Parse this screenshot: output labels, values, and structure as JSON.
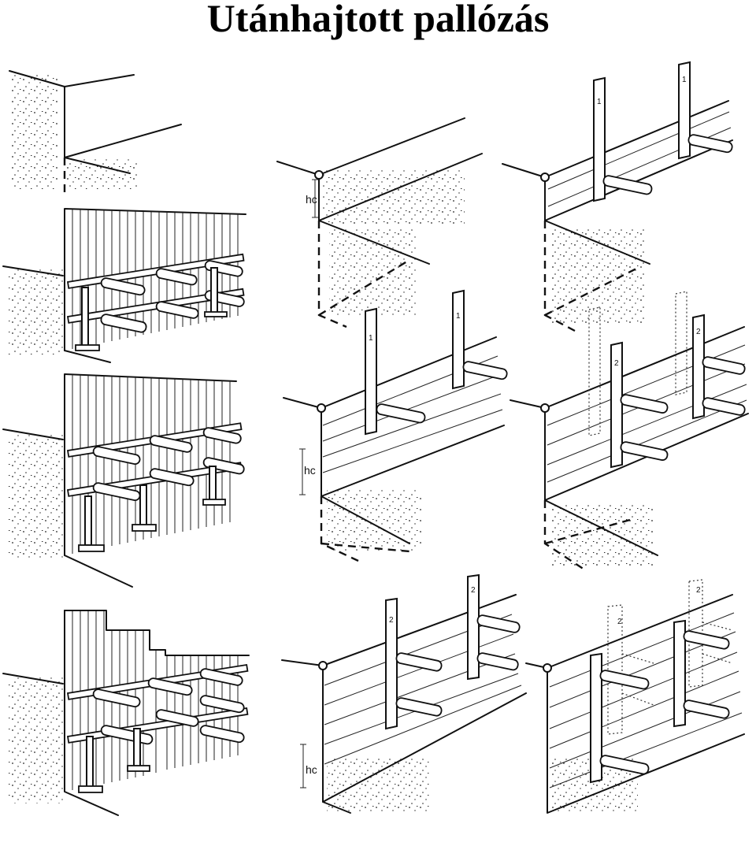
{
  "title": "Utánhajtott pallózás",
  "labels": {
    "depth": "hc",
    "post_1": "1",
    "post_2": "2"
  }
}
